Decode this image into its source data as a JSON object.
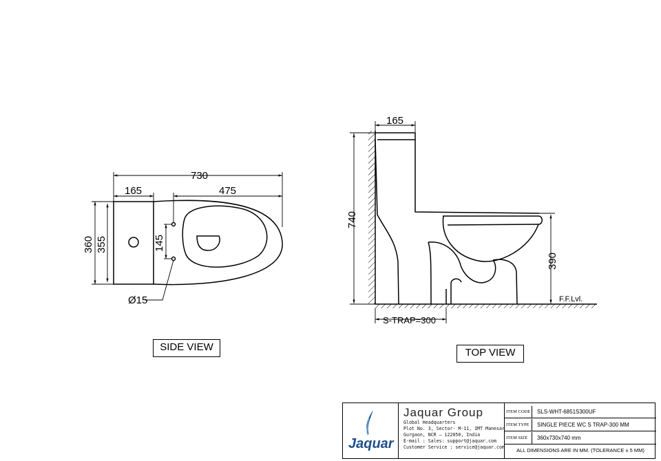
{
  "views": {
    "side_view_label": "SIDE VIEW",
    "top_view_label": "TOP VIEW"
  },
  "side_view_dims": {
    "overall_length": "730",
    "tank_depth": "165",
    "bowl_length": "475",
    "outer_width": "360",
    "inner_width": "355",
    "hole_spacing": "145",
    "hole_diameter": "Ø15"
  },
  "top_view_dims": {
    "tank_depth": "165",
    "overall_height": "740",
    "seat_height": "390",
    "floor_level": "F.F.Lvl.",
    "trap": "S-TRAP=300"
  },
  "title_block": {
    "company_name": "Jaquar Group",
    "address_lines": [
      "Global Headquarters",
      "Plot No. 3, Sector- M-11, IMT Manesar",
      "Gurgaon, NCR – 122050, India",
      "E-mail : Sales: support@jaquar.com",
      "Customer Service : service@jaquar.com"
    ],
    "logo_text": "Jaquar",
    "rows": [
      {
        "key": "ITEM CODE",
        "value": "SLS-WHT-6851S300UF"
      },
      {
        "key": "ITEM TYPE",
        "value": "SINGLE PIECE WC S TRAP-300 MM"
      },
      {
        "key": "ITEM SIZE",
        "value": "360x730x740 mm"
      }
    ],
    "note": "ALL DIMENSIONS ARE IN MM. (TOLERANCE ± 5 MM)"
  },
  "colors": {
    "line": "#000000",
    "logo_blue": "#1f4e8c"
  }
}
